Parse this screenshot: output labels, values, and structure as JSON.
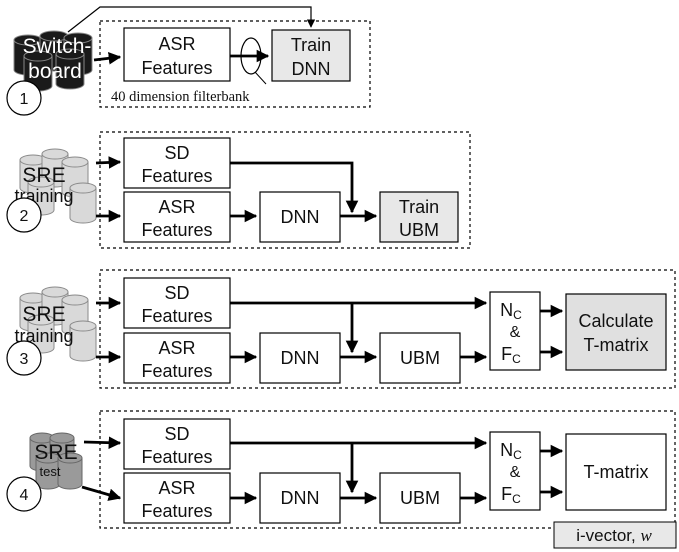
{
  "diagram": {
    "stage1": {
      "step": "1",
      "source": [
        "Switch-",
        "board"
      ],
      "asr_features": [
        "ASR",
        "Features"
      ],
      "train": [
        "Train",
        "DNN"
      ],
      "filterbank_note": "40 dimension filterbank"
    },
    "stage2": {
      "step": "2",
      "source": [
        "SRE",
        "training"
      ],
      "sd_features": [
        "SD",
        "Features"
      ],
      "asr_features": [
        "ASR",
        "Features"
      ],
      "dnn": "DNN",
      "train": [
        "Train",
        "UBM"
      ]
    },
    "stage3": {
      "step": "3",
      "source": [
        "SRE",
        "training"
      ],
      "sd_features": [
        "SD",
        "Features"
      ],
      "asr_features": [
        "ASR",
        "Features"
      ],
      "dnn": "DNN",
      "ubm": "UBM",
      "stats": {
        "n": "N",
        "f": "F",
        "sub": "C",
        "amp": "&"
      },
      "result": [
        "Calculate",
        "T-matrix"
      ]
    },
    "stage4": {
      "step": "4",
      "source": [
        "SRE",
        "test"
      ],
      "sd_features": [
        "SD",
        "Features"
      ],
      "asr_features": [
        "ASR",
        "Features"
      ],
      "dnn": "DNN",
      "ubm": "UBM",
      "stats": {
        "n": "N",
        "f": "F",
        "sub": "C",
        "amp": "&"
      },
      "result": "T-matrix",
      "output": {
        "label": "i-vector, ",
        "symbol": "w"
      }
    }
  }
}
